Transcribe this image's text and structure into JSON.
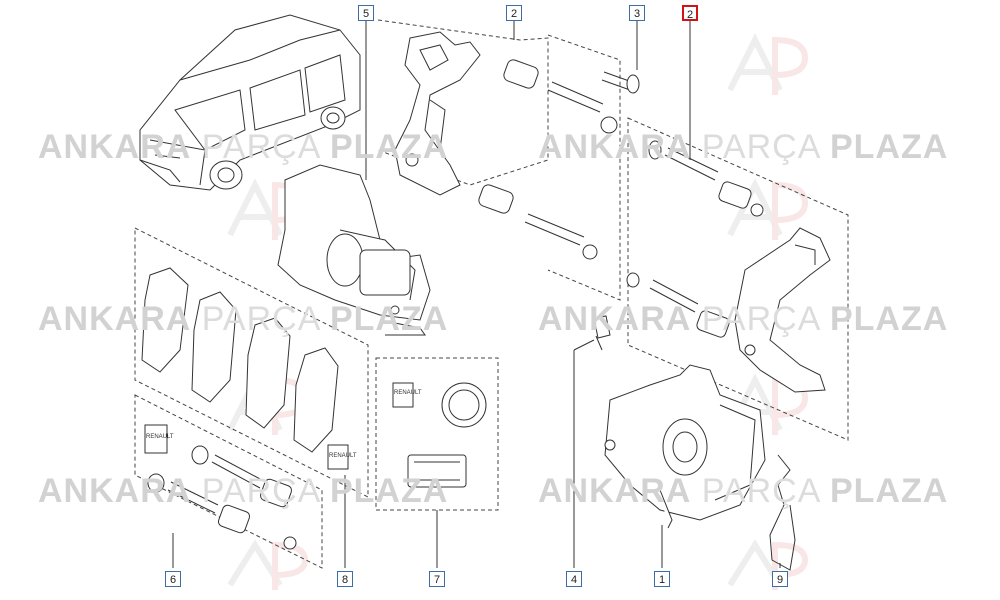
{
  "watermark": {
    "brand_bold_1": "ANKARA",
    "brand_light": "PARÇA",
    "brand_bold_2": "PLAZA"
  },
  "callouts": [
    {
      "id": "5",
      "highlight": false
    },
    {
      "id": "2",
      "highlight": false
    },
    {
      "id": "3",
      "highlight": false
    },
    {
      "id": "2",
      "highlight": true
    },
    {
      "id": "6",
      "highlight": false
    },
    {
      "id": "8",
      "highlight": false
    },
    {
      "id": "7",
      "highlight": false
    },
    {
      "id": "4",
      "highlight": false
    },
    {
      "id": "1",
      "highlight": false
    },
    {
      "id": "9",
      "highlight": false
    }
  ],
  "colors": {
    "callout_border": "#3a6ea5",
    "highlight_border": "#d0121b",
    "line": "#333333",
    "watermark": "#d9d9d9",
    "logo_red": "#f3c7c7"
  },
  "package_labels": {
    "box_7": "RENAULT",
    "box_6": "RENAULT",
    "box_8": "RENAULT"
  }
}
